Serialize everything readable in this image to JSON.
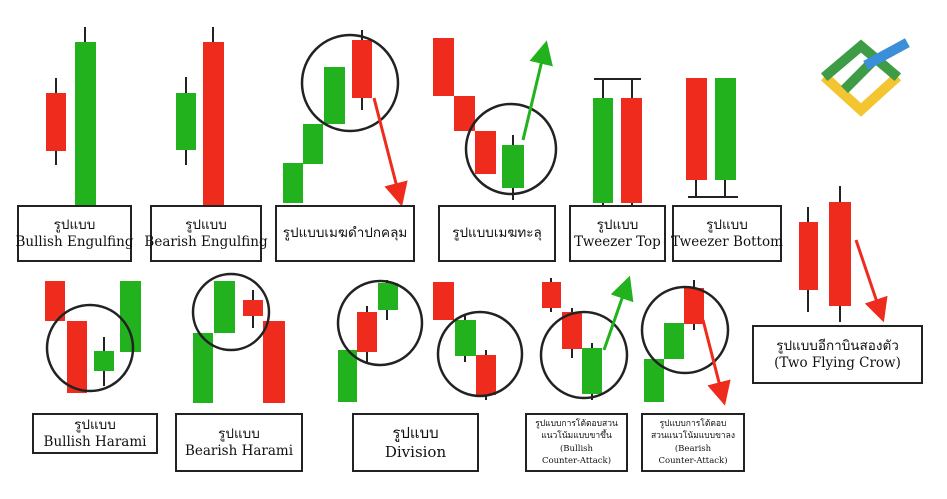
{
  "colors": {
    "green": "#22b21e",
    "red": "#ee2b1c",
    "wick": "#222222",
    "circle": "#222222",
    "logo_green": "#3e9b46",
    "logo_blue": "#3a8fd8",
    "logo_yellow": "#f2c531"
  },
  "labels": {
    "bullish_engulfing": [
      "รูปแบบ",
      "Bullish Engulfing"
    ],
    "bearish_engulfing": [
      "รูปแบบ",
      "Bearish Engulfing"
    ],
    "dark_cloud": [
      "รูปแบบเมฆดำปกคลุม"
    ],
    "piercing": [
      "รูปแบบเมฆทะลุ"
    ],
    "tweezer_top": [
      "รูปแบบ",
      "Tweezer Top"
    ],
    "tweezer_bottom": [
      "รูปแบบ",
      "Tweezer Bottom"
    ],
    "two_flying_crow": [
      "รูปแบบอีกาบินสองตัว",
      "(Two Flying Crow)"
    ],
    "bullish_harami": [
      "รูปแบบ",
      "Bullish Harami"
    ],
    "bearish_harami": [
      "รูปแบบ",
      "Bearish Harami"
    ],
    "division": [
      "รูปแบบ",
      "Division"
    ],
    "bullish_counter_attack": [
      "รูปแบบการโต้ตอบสวน",
      "แนวโน้มแบบขาขึ้น",
      "(Bullish",
      "Counter-Attack)"
    ],
    "bearish_counter_attack": [
      "รูปแบบการโต้ตอบ",
      "สวนแนวโน้มแบบขาลง",
      "(Bearish",
      "Counter-Attack)"
    ]
  },
  "icons": {
    "logo": "litefinance-logo-icon"
  }
}
